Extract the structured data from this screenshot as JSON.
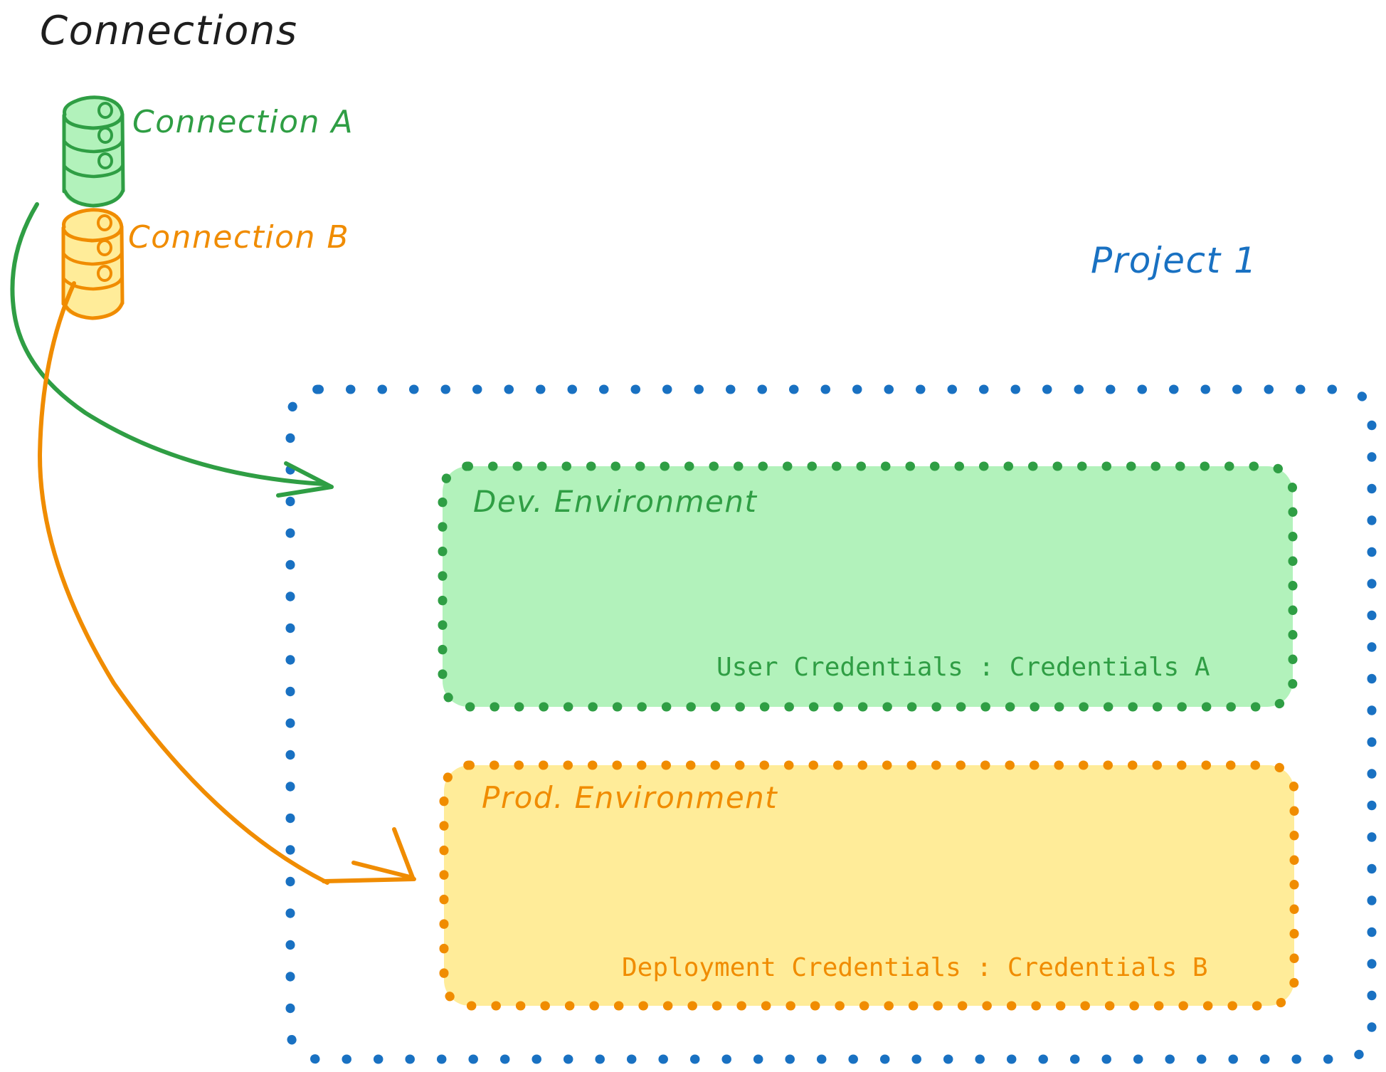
{
  "diagram": {
    "title": "Connections",
    "background": "#ffffff"
  },
  "colors": {
    "black": "#1e1e1e",
    "green_stroke": "#2f9e44",
    "green_fill": "#b2f2bb",
    "orange_stroke": "#f08c00",
    "orange_fill": "#ffec99",
    "blue_stroke": "#1971c2"
  },
  "connections": [
    {
      "id": "connection-a",
      "label": "Connection A",
      "color": "#2f9e44",
      "icon": "database-icon",
      "target": "dev-environment"
    },
    {
      "id": "connection-b",
      "label": "Connection B",
      "color": "#f08c00",
      "icon": "database-icon",
      "target": "prod-environment"
    }
  ],
  "project": {
    "label": "Project 1",
    "color": "#1971c2",
    "environments": [
      {
        "id": "dev-environment",
        "title": "Dev. Environment",
        "credentials_label": "User Credentials",
        "credentials_separator": ":",
        "credentials_value": "Credentials A",
        "credentials_line": "User Credentials : Credentials A",
        "stroke": "#2f9e44",
        "fill": "#b2f2bb"
      },
      {
        "id": "prod-environment",
        "title": "Prod. Environment",
        "credentials_label": "Deployment Credentials",
        "credentials_separator": ":",
        "credentials_value": "Credentials B",
        "credentials_line": "Deployment Credentials : Credentials B",
        "stroke": "#f08c00",
        "fill": "#ffec99"
      }
    ]
  },
  "arrows": [
    {
      "id": "arrow-connection-a-to-dev",
      "color": "#2f9e44",
      "from": "connection-a",
      "to": "dev-environment"
    },
    {
      "id": "arrow-connection-b-to-prod",
      "color": "#f08c00",
      "from": "connection-b",
      "to": "prod-environment"
    }
  ]
}
